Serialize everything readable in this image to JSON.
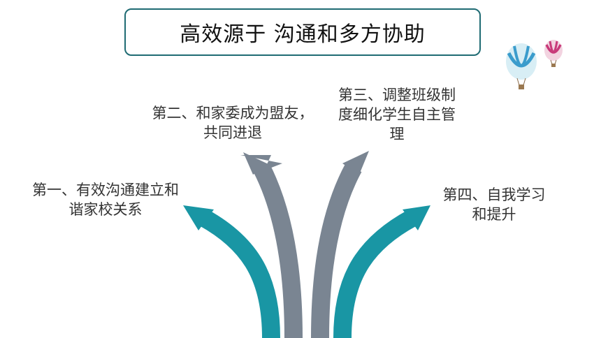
{
  "title": "高效源于 沟通和多方协助",
  "items": [
    {
      "label": "第一、有效沟通建立和谐家校关系"
    },
    {
      "label": "第二、和家委成为盟友，共同进退"
    },
    {
      "label": "第三、调整班级制度细化学生自主管理"
    },
    {
      "label": "第四、自我学习和提升"
    }
  ],
  "colors": {
    "teal": "#1996a4",
    "gray": "#7a8592",
    "border": "#1f6b73"
  },
  "icons": {
    "decoration": "hot-air-balloons-icon",
    "arrow": "curved-arrow"
  }
}
